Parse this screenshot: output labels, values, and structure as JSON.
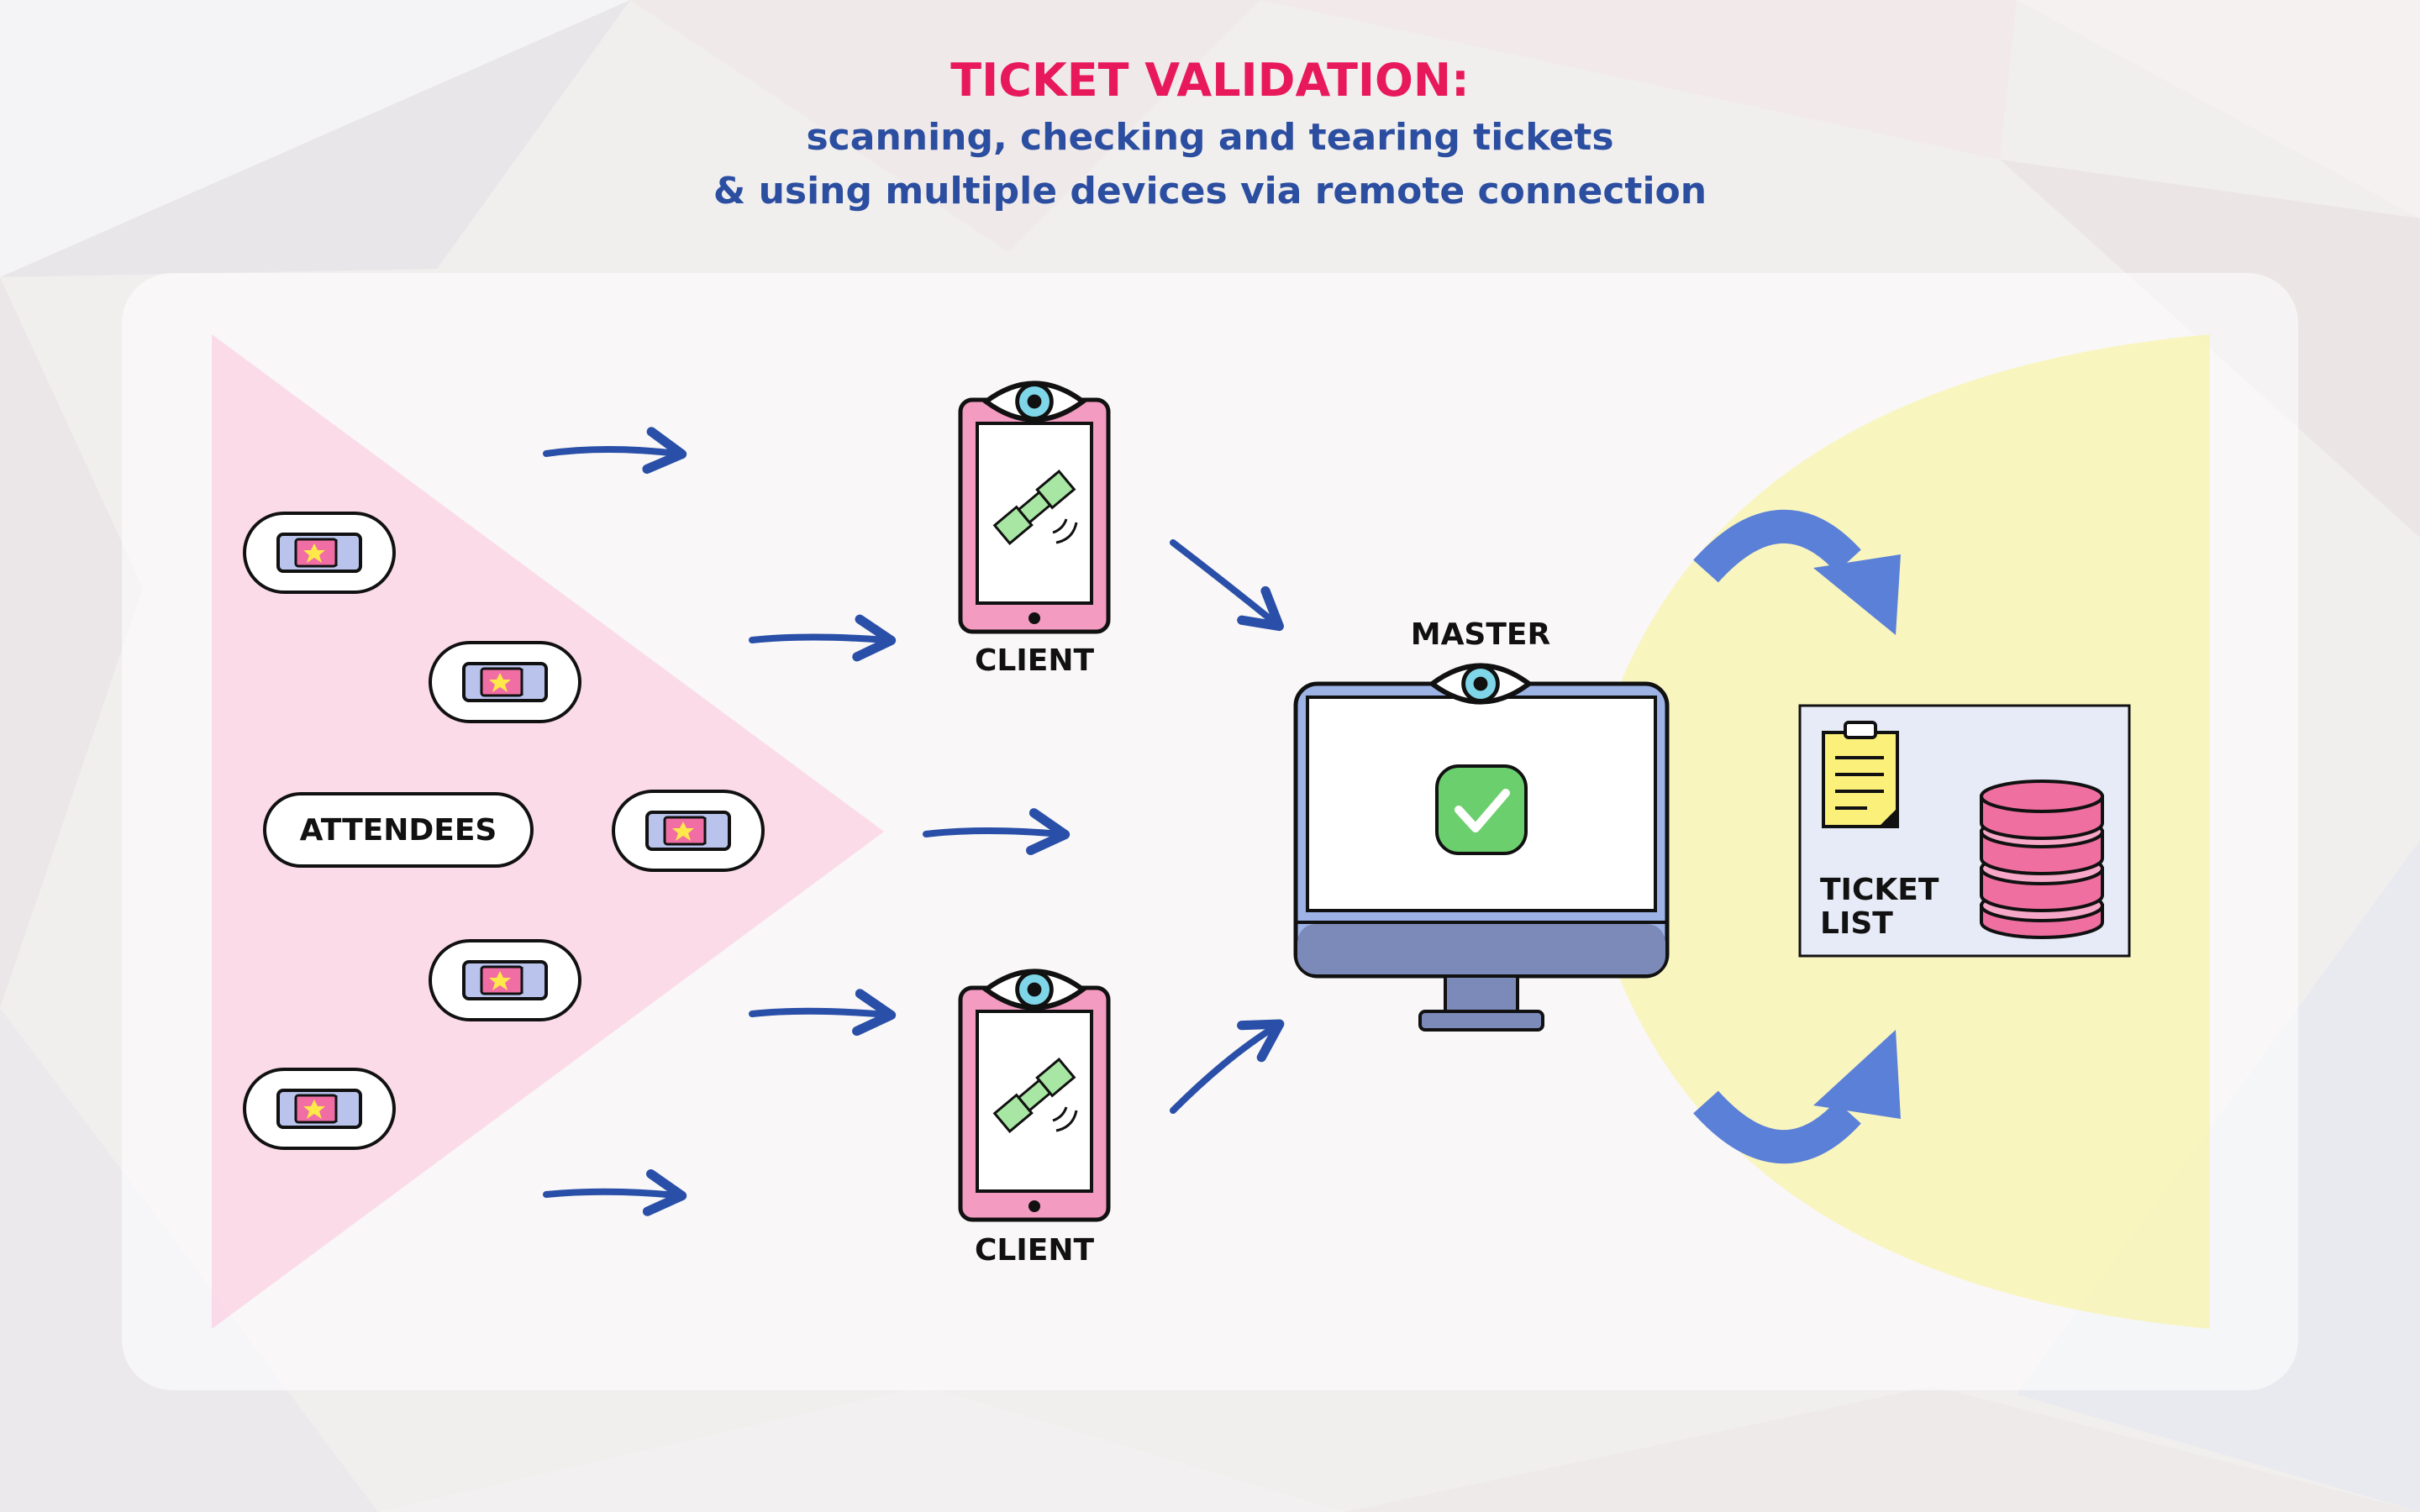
{
  "header": {
    "title": "TICKET VALIDATION:",
    "subtitle_line1": "scanning, checking and tearing tickets",
    "subtitle_line2": "& using multiple devices via remote connection"
  },
  "diagram": {
    "attendees_label": "ATTENDEES",
    "client_top_label": "CLIENT",
    "client_bottom_label": "CLIENT",
    "master_label": "MASTER",
    "ticket_list_line1": "TICKET",
    "ticket_list_line2": "LIST"
  },
  "colors": {
    "title": "#e8195a",
    "subtitle": "#2b4ea0",
    "arrow": "#2a4fa8",
    "cycle_arrow": "#5b80d8",
    "attendees_zone": "#fbd7e6",
    "database_zone": "#f8f4b8",
    "phone_frame": "#f39bc0",
    "monitor_frame": "#9db3e6",
    "monitor_stand": "#7b8ab8",
    "check": "#6ccf6e",
    "database": "#ee6fa0",
    "clipboard": "#fbf07a"
  },
  "icons": [
    "ticket-icon",
    "eye-icon",
    "phone-icon",
    "satellite-icon",
    "monitor-icon",
    "checkmark-icon",
    "clipboard-icon",
    "database-icon",
    "cycle-arrow-icon",
    "arrow-icon"
  ]
}
